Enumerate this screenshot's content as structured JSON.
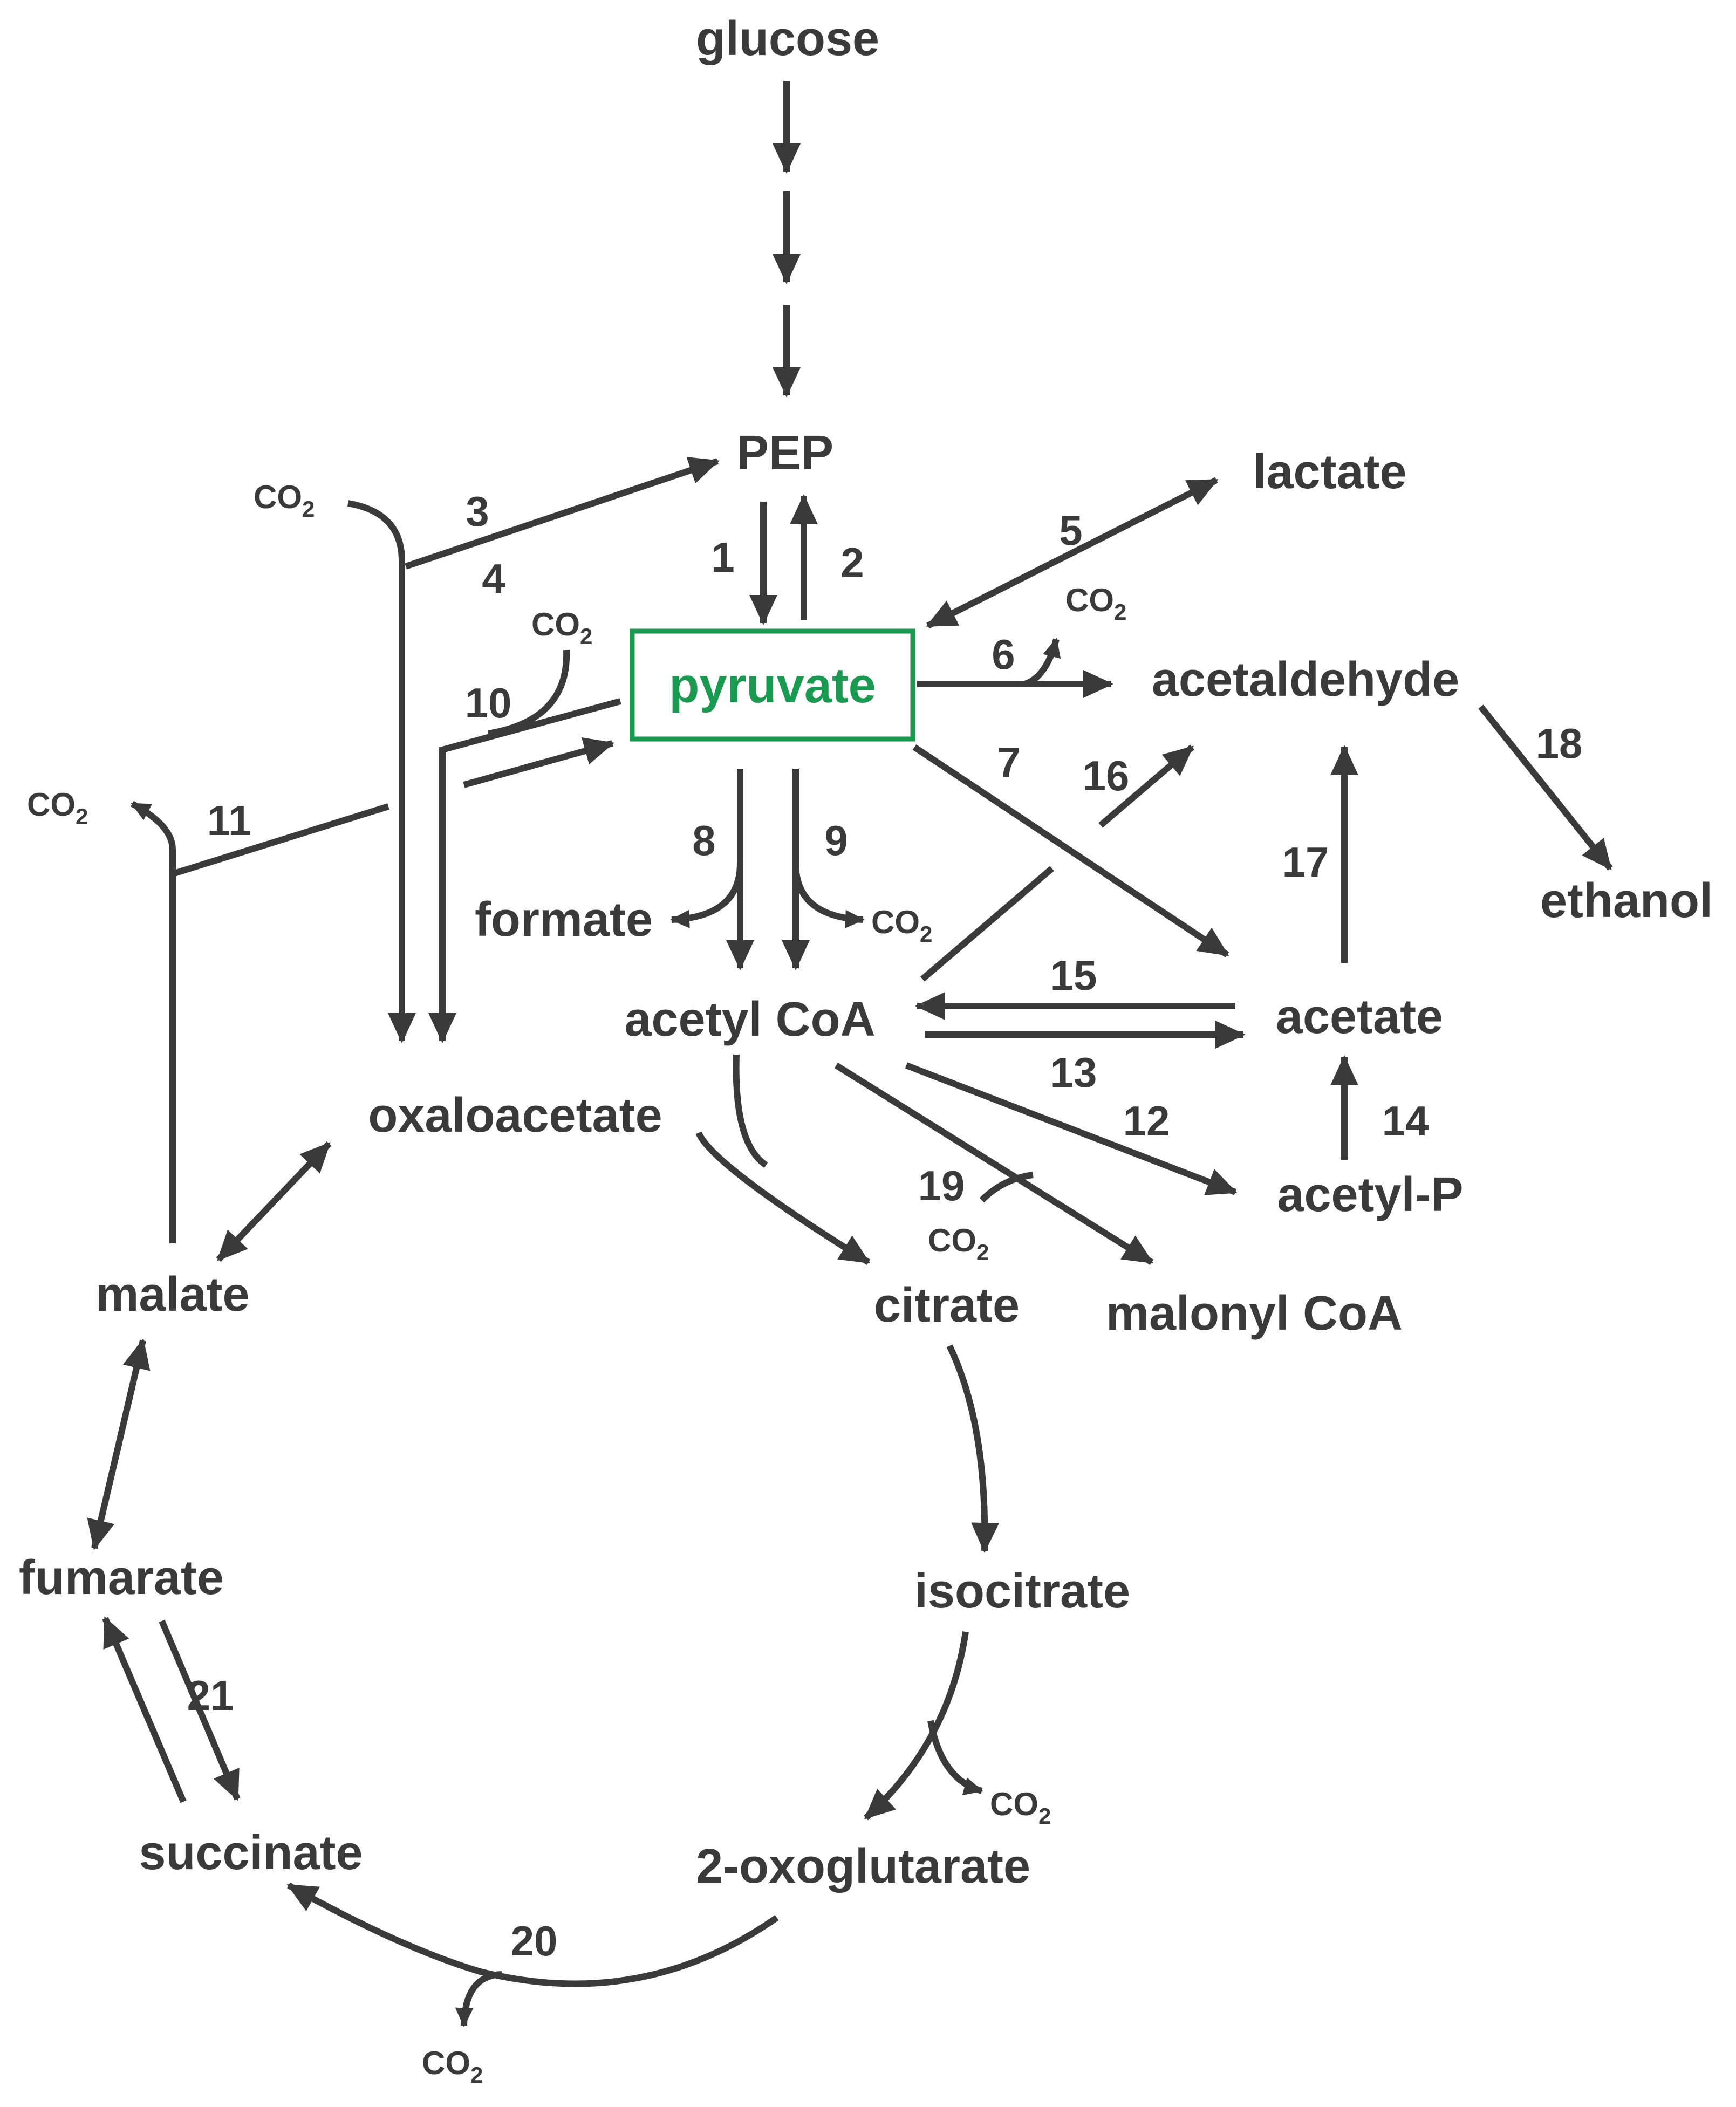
{
  "diagram": {
    "accent_color": "#1a9a50",
    "line_color": "#3a3a3a",
    "highlighted": "pyruvate",
    "metabolites": {
      "glucose": "glucose",
      "pep": "PEP",
      "pyruvate": "pyruvate",
      "lactate": "lactate",
      "acetaldehyde": "acetaldehyde",
      "ethanol": "ethanol",
      "formate": "formate",
      "acetyl_coa": "acetyl CoA",
      "acetate": "acetate",
      "acetyl_p": "acetyl-P",
      "malonyl_coa": "malonyl CoA",
      "oxaloacetate": "oxaloacetate",
      "citrate": "citrate",
      "isocitrate": "isocitrate",
      "oxoglutarate": "2-oxoglutarate",
      "succinate": "succinate",
      "fumarate": "fumarate",
      "malate": "malate"
    },
    "co2": {
      "main": "CO",
      "sub": "2"
    },
    "reactions": [
      "1",
      "2",
      "3",
      "4",
      "5",
      "6",
      "7",
      "8",
      "9",
      "10",
      "11",
      "12",
      "13",
      "14",
      "15",
      "16",
      "17",
      "18",
      "19",
      "20",
      "21"
    ]
  }
}
